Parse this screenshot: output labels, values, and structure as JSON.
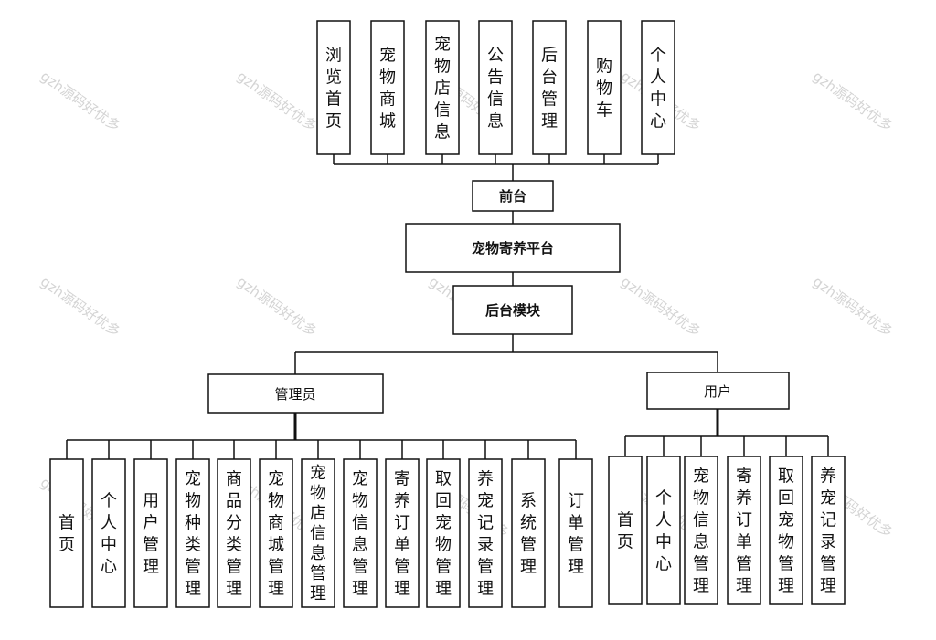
{
  "watermark": "gzh源码好优多",
  "frontend": {
    "label": "前台",
    "items": [
      "浏览首页",
      "宠物商城",
      "宠物店信息",
      "公告信息",
      "后台管理",
      "购物车",
      "个人中心"
    ]
  },
  "platform": {
    "label": "宠物寄养平台"
  },
  "backend": {
    "label": "后台模块"
  },
  "admin": {
    "label": "管理员",
    "items": [
      "首页",
      "个人中心",
      "用户管理",
      "宠物种类管理",
      "商品分类管理",
      "宠物商城管理",
      "宠物店信息管理",
      "宠物信息管理",
      "寄养订单管理",
      "取回宠物管理",
      "养宠记录管理",
      "系统管理",
      "订单管理"
    ]
  },
  "user": {
    "label": "用户",
    "items": [
      "首页",
      "个人中心",
      "宠物信息管理",
      "寄养订单管理",
      "取回宠物管理",
      "养宠记录管理"
    ]
  }
}
